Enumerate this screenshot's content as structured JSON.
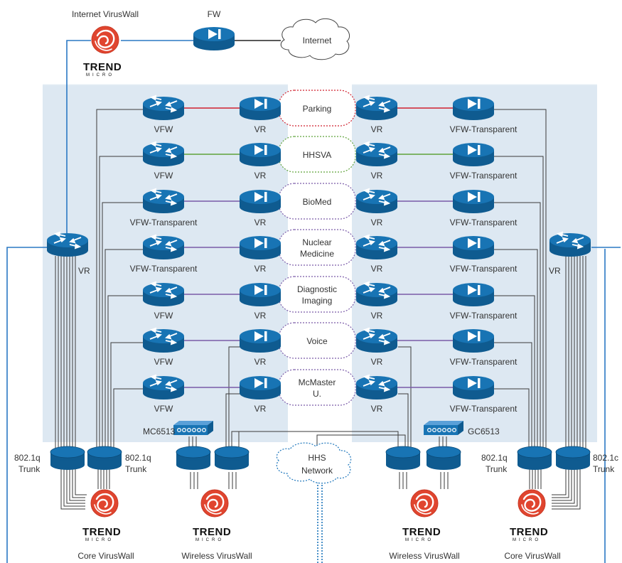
{
  "colors": {
    "zone_bg": "#dde8f2",
    "device_blue": "#1874b4",
    "device_dark": "#0f5b90",
    "uplink_blue": "#2a78c4",
    "line_gray": "#3a3a3a",
    "parking": "#d0202e",
    "hhsva": "#5fa33a",
    "purple": "#7a5aa8",
    "hhs_network": "#1c75bb",
    "trend_red": "#e0452f"
  },
  "top": {
    "internet_viruswall": "Internet VirusWall",
    "fw": "FW",
    "internet": "Internet"
  },
  "core_vr_label": "VR",
  "networks": [
    {
      "lines": [
        "Parking"
      ],
      "color": "#d0202e",
      "left_fw": "VFW",
      "right_fw": "VFW-Transparent",
      "vr": "VR"
    },
    {
      "lines": [
        "HHSVA"
      ],
      "color": "#5fa33a",
      "left_fw": "VFW",
      "right_fw": "VFW-Transparent",
      "vr": "VR"
    },
    {
      "lines": [
        "BioMed"
      ],
      "color": "#7a5aa8",
      "left_fw": "VFW-Transparent",
      "right_fw": "VFW-Transparent",
      "vr": "VR"
    },
    {
      "lines": [
        "Nuclear",
        "Medicine"
      ],
      "color": "#7a5aa8",
      "left_fw": "VFW-Transparent",
      "right_fw": "VFW-Transparent",
      "vr": "VR"
    },
    {
      "lines": [
        "Diagnostic",
        "Imaging"
      ],
      "color": "#7a5aa8",
      "left_fw": "VFW",
      "right_fw": "VFW-Transparent",
      "vr": "VR"
    },
    {
      "lines": [
        "Voice"
      ],
      "color": "#7a5aa8",
      "left_fw": "VFW",
      "right_fw": "VFW-Transparent",
      "vr": "VR"
    },
    {
      "lines": [
        "McMaster",
        "U."
      ],
      "color": "#7a5aa8",
      "left_fw": "VFW",
      "right_fw": "VFW-Transparent",
      "vr": "VR"
    }
  ],
  "bottom": {
    "mc6513": "MC6513",
    "gc6513": "GC6513",
    "trunk_line1": "802.1q",
    "trunk_line2": "Trunk",
    "trunk_line1_clipped": "802.1c",
    "hhs_network_line1": "HHS",
    "hhs_network_line2": "Network",
    "core_viruswall": "Core VirusWall",
    "wireless_viruswall": "Wireless VirusWall"
  },
  "trend_micro": {
    "word": "TREND",
    "sub": "MICRO"
  },
  "icons": [
    "router-icon",
    "firewall-icon",
    "switch-icon",
    "cloud-icon",
    "trend-micro-logo"
  ]
}
